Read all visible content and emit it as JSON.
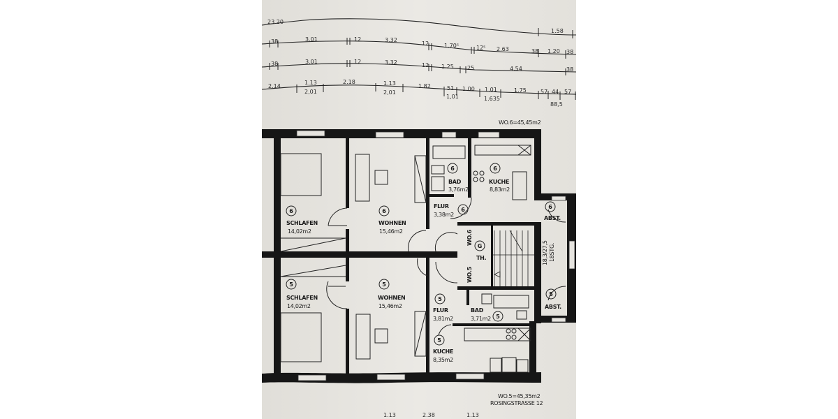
{
  "plan": {
    "dimensions": {
      "overall": "23.20",
      "row1_right": "1.58",
      "row1": [
        "38",
        "3.01",
        "12",
        "3.32",
        "12",
        "1.70⁵",
        "12⁵",
        "2.63",
        "38",
        "1.20",
        "38"
      ],
      "row2": [
        "38",
        "3.01",
        "12",
        "3.32",
        "12",
        "1.25",
        "25",
        "4.54",
        "38"
      ],
      "row3_top": [
        "2.14",
        "1.13",
        "2.18",
        "1.13",
        "1.82",
        "51",
        "1.00",
        "1.01",
        "1.75",
        "57",
        "44",
        "57"
      ],
      "row3_bottom": [
        "2,01",
        "2,01",
        "1,01",
        "1.635",
        "88,5"
      ],
      "bottom_partial": [
        "1.13",
        "2.38",
        "1.13"
      ]
    },
    "unit6": {
      "total": "WO.6=45,45m2",
      "schlafen": {
        "num": "6",
        "name": "SCHLAFEN",
        "area": "14,02m2"
      },
      "wohnen": {
        "num": "6",
        "name": "WOHNEN",
        "area": "15,46m2"
      },
      "bad": {
        "num": "6",
        "name": "BAD",
        "area": "3,76m2"
      },
      "kuche": {
        "num": "6",
        "name": "KUCHE",
        "area": "8,83m2"
      },
      "flur": {
        "num": "6",
        "name": "FLUR",
        "area": "3,38m2"
      },
      "abst": {
        "num": "6",
        "name": "ABST."
      },
      "door_label": "WO.6"
    },
    "stair": {
      "num": "G",
      "name": "TH.",
      "ratio": "18,3/27,5",
      "steps": "18STG."
    },
    "unit5": {
      "total": "WO.5=45,35m2",
      "schlafen": {
        "num": "5",
        "name": "SCHLAFEN",
        "area": "14,02m2"
      },
      "wohnen": {
        "num": "5",
        "name": "WOHNEN",
        "area": "15,46m2"
      },
      "bad": {
        "num": "5",
        "name": "BAD",
        "area": "3,71m2"
      },
      "kuche": {
        "num": "5",
        "name": "KUCHE",
        "area": "8,35m2"
      },
      "flur": {
        "num": "5",
        "name": "FLUR",
        "area": "3,81m2"
      },
      "abst": {
        "num": "5",
        "name": "ABST."
      },
      "door_label": "WO.5"
    },
    "address": "ROSINGSTRASSE 12",
    "colors": {
      "paper": "#e8e6e1",
      "ink": "#161616",
      "background": "#ffffff"
    }
  }
}
